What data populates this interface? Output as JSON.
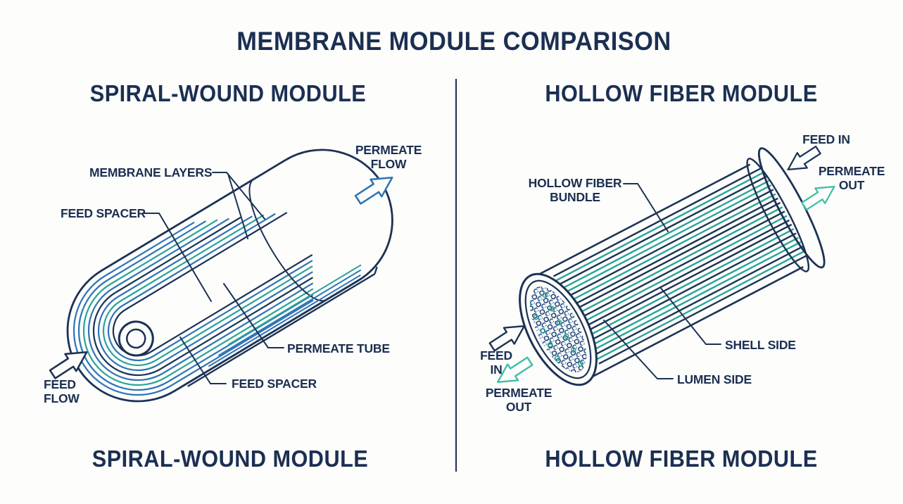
{
  "title": "MEMBRANE MODULE COMPARISON",
  "colors": {
    "navy": "#1b2f52",
    "line_navy": "#1b3254",
    "blue": "#2e74b8",
    "teal": "#2aa596",
    "teal_arrow": "#3dbfa7",
    "background": "#fdfdfb"
  },
  "left": {
    "header": "SPIRAL-WOUND MODULE",
    "caption": "SPIRAL-WOUND MODULE",
    "labels": {
      "membrane_layers": "MEMBRANE LAYERS",
      "feed_spacer_upper": "FEED SPACER",
      "permeate_flow": "PERMEATE\nFLOW",
      "permeate_tube": "PERMEATE TUBE",
      "feed_spacer_lower": "FEED SPACER",
      "feed_flow": "FEED\nFLOW"
    }
  },
  "right": {
    "header": "HOLLOW FIBER MODULE",
    "caption": "HOLLOW FIBER MODULE",
    "labels": {
      "hollow_fiber_bundle": "HOLLOW FIBER\nBUNDLE",
      "feed_in_top": "FEED IN",
      "permeate_out_top": "PERMEATE\nOUT",
      "feed_in_bottom": "FEED\nIN",
      "permeate_out_bottom": "PERMEATE\nOUT",
      "shell_side": "SHELL SIDE",
      "lumen_side": "LUMEN SIDE"
    }
  }
}
